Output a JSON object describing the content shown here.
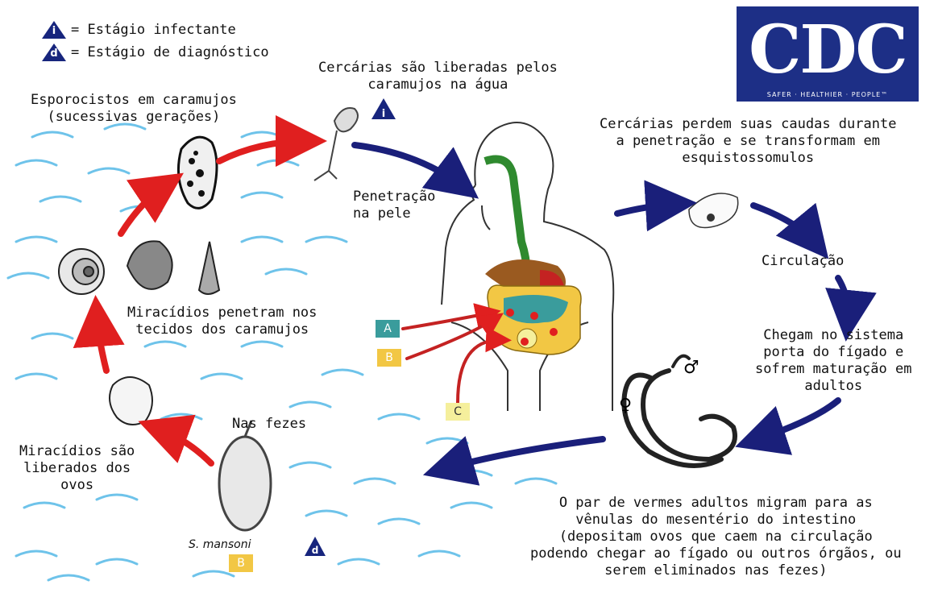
{
  "legend": {
    "infective": {
      "icon": "i",
      "label": "= Estágio infectante"
    },
    "diagnostic": {
      "icon": "d",
      "label": "= Estágio de diagnóstico"
    }
  },
  "logo": {
    "text": "CDC",
    "tagline": "SAFER · HEALTHIER · PEOPLE™"
  },
  "labels": {
    "cercariae_released": [
      "Cercárias são liberadas pelos",
      "caramujos na água"
    ],
    "sporocysts": [
      "Esporocistos em caramujos",
      "(sucessivas gerações)"
    ],
    "cercariae_lose_tails": [
      "Cercárias perdem suas caudas durante",
      "a penetração e se transformam em",
      "esquistossomulos"
    ],
    "skin_penetration": [
      "Penetração",
      "na pele"
    ],
    "circulation": "Circulação",
    "miracidia_penetrate": [
      "Miracídios penetram nos",
      "tecidos dos caramujos"
    ],
    "portal_system": [
      "Chegam no sistema",
      "porta do fígado e",
      "sofrem maturação em",
      "adultos"
    ],
    "in_feces": "Nas fezes",
    "miracidia_released": [
      "Miracídios são",
      "liberados dos",
      "ovos"
    ],
    "worm_pair": [
      "O par de vermes adultos migram para as",
      "vênulas do mesentério do intestino",
      "(depositam ovos que caem na circulação",
      "podendo chegar ao fígado ou outros órgãos, ou",
      "serem eliminados nas fezes)"
    ],
    "species": "S. mansoni",
    "species_box": "B",
    "diag_marker": "d",
    "infective_marker": "i",
    "sex_female": "♀",
    "sex_male": "♂"
  },
  "site_boxes": [
    {
      "key": "A",
      "color": "#3a9c9c"
    },
    {
      "key": "B",
      "color": "#f2c744"
    },
    {
      "key": "C",
      "color": "#f5ef9c"
    }
  ],
  "colors": {
    "red_arrow": "#e01f1f",
    "blue_arrow": "#1a1f7a",
    "water": "#6ec3ea",
    "marker": "#17257d",
    "cdc": "#1d2f86"
  }
}
